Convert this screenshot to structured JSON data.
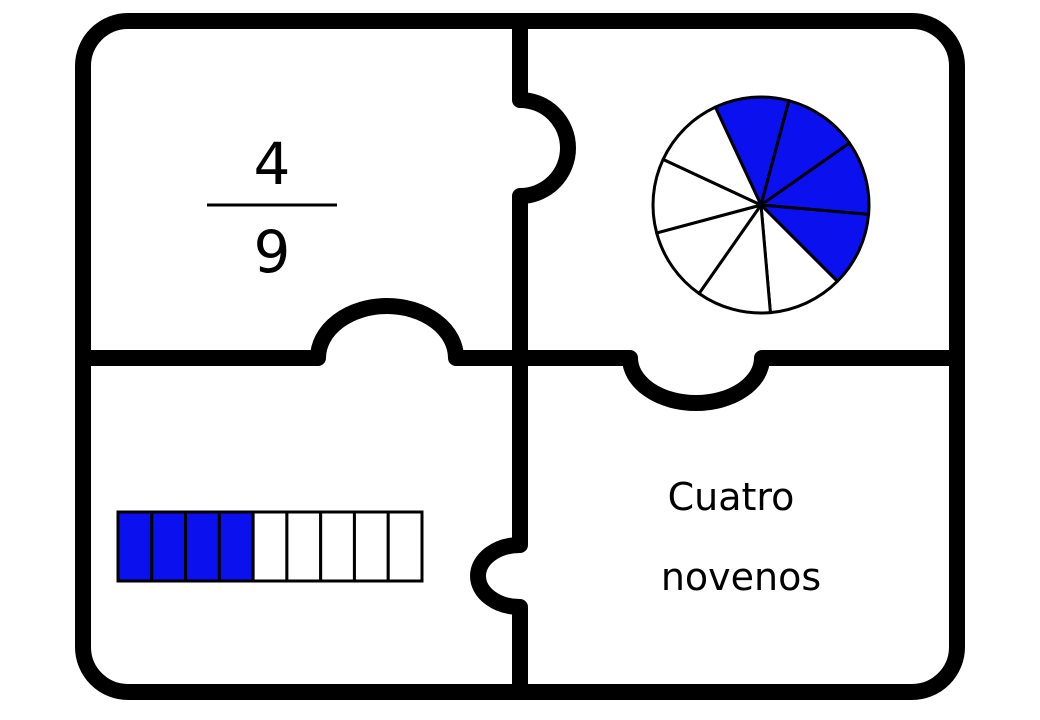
{
  "puzzle": {
    "fraction": {
      "numerator": "4",
      "denominator": "9"
    },
    "words": {
      "line1": "Cuatro",
      "line2": "novenos"
    },
    "pie": {
      "total_parts": 9,
      "shaded_parts": 4
    },
    "bar": {
      "total_parts": 9,
      "shaded_parts": 4
    }
  },
  "colors": {
    "shaded": "#0a10ee",
    "unshaded": "#ffffff",
    "outline": "#000000"
  }
}
